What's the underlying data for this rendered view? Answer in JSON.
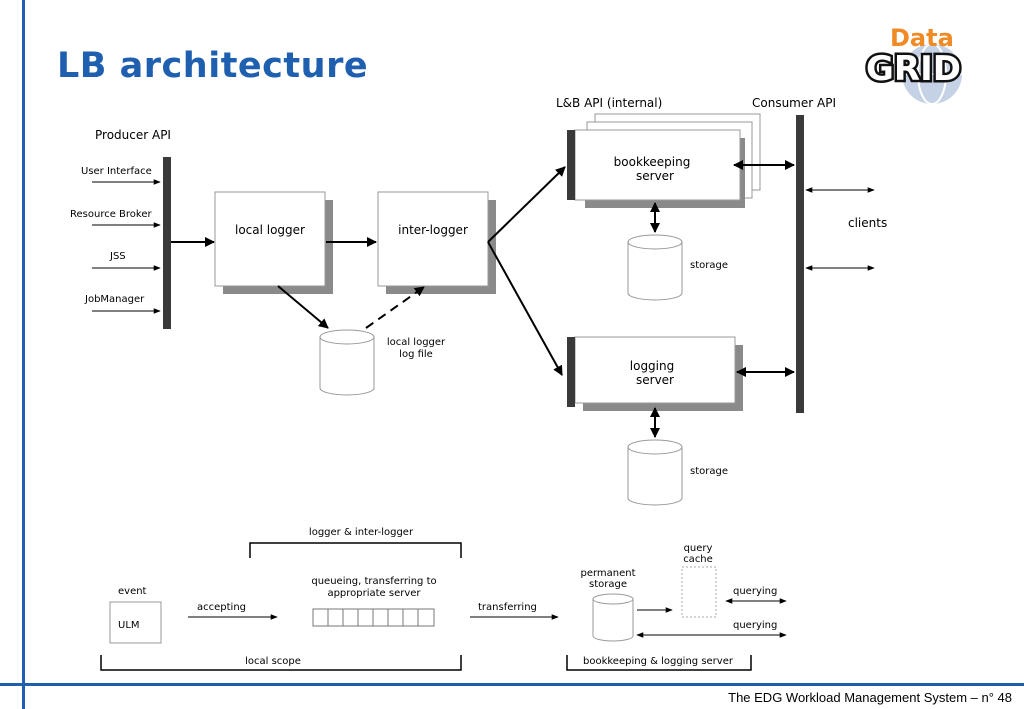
{
  "slide": {
    "title": "LB architecture",
    "footer": "The EDG Workload Management System –  n° 48"
  },
  "logo": {
    "top_text": "Data",
    "bottom_text": "GRID"
  },
  "diagram": {
    "producer_api": "Producer API",
    "producers": [
      "User Interface",
      "Resource Broker",
      "JSS",
      "JobManager"
    ],
    "local_logger": "local logger",
    "inter_logger": "inter-logger",
    "log_file": [
      "local logger",
      "log file"
    ],
    "lb_api": "L&B API (internal)",
    "consumer_api": "Consumer API",
    "bookkeeping_server": [
      "bookkeeping",
      "server"
    ],
    "logging_server": [
      "logging",
      "server"
    ],
    "storage_label": "storage",
    "clients": "clients"
  },
  "legend": {
    "logger_bracket": "logger & inter-logger",
    "event": "event",
    "ulm": "ULM",
    "accepting": "accepting",
    "queueing": [
      "queueing, transferring to",
      "appropriate server"
    ],
    "transferring": "transferring",
    "permanent_storage": [
      "permanent",
      "storage"
    ],
    "query_cache": [
      "query",
      "cache"
    ],
    "querying": "querying",
    "local_scope": "local scope",
    "bk_log_server": "bookkeeping & logging server"
  }
}
